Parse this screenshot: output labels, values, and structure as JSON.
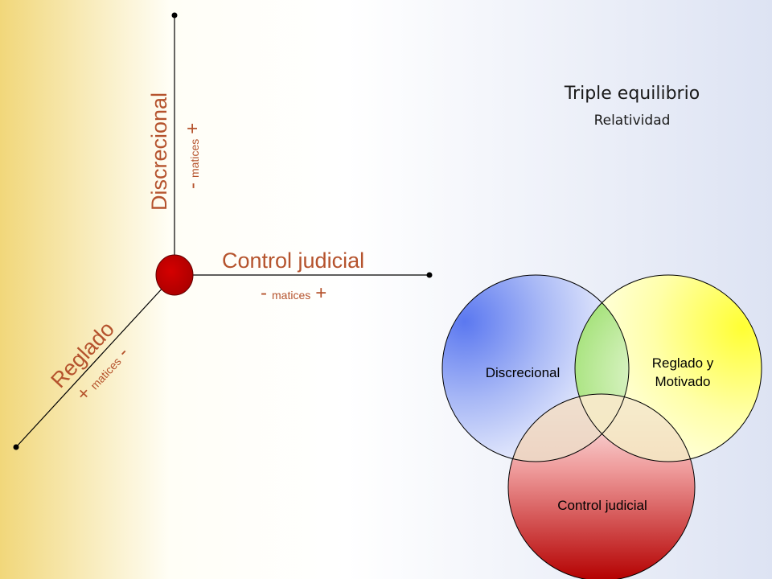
{
  "title": "Triple equilibrio",
  "subtitle": "Relatividad",
  "axes": {
    "vertical": {
      "label": "Discrecional",
      "minus": "-",
      "middle": "matices",
      "plus": "+"
    },
    "horizontal": {
      "label": "Control judicial",
      "minus": "-",
      "middle": "matices",
      "plus": "+"
    },
    "diagonal": {
      "label": "Reglado",
      "plus": "+",
      "middle": "matices",
      "minus": "-"
    }
  },
  "venn": {
    "left": "Discrecional",
    "right_line1": "Reglado y",
    "right_line2": "Motivado",
    "bottom": "Control judicial"
  },
  "colors": {
    "axis_text": "#b5532d",
    "origin_dot": "#c00000",
    "venn_blue": "#5b78f0",
    "venn_yellow": "#ffff33",
    "venn_red": "#b40000",
    "venn_overlap_green": "#9ee070"
  }
}
